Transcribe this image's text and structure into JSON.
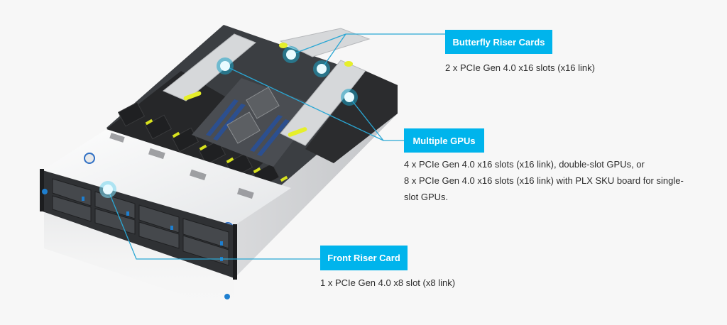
{
  "product_view": {
    "image_alt": "Rack server top view with hotspots",
    "accent_color": "#00b4ec",
    "line_color": "#2aa7d4",
    "hotspot_color": "#1ba3c6"
  },
  "callouts": [
    {
      "id": "butterfly",
      "title": "Butterfly Riser Cards",
      "description": [
        "2 x PCIe Gen 4.0 x16 slots (x16 link)"
      ]
    },
    {
      "id": "gpus",
      "title": "Multiple GPUs",
      "description": [
        "4 x PCIe Gen 4.0 x16 slots (x16 link), double-slot GPUs, or",
        "8 x PCIe Gen 4.0 x16 slots (x16 link) with PLX SKU board for single-",
        "slot GPUs."
      ]
    },
    {
      "id": "front",
      "title": "Front Riser Card",
      "description": [
        "1 x PCIe Gen 4.0 x8 slot (x8 link)"
      ]
    }
  ]
}
